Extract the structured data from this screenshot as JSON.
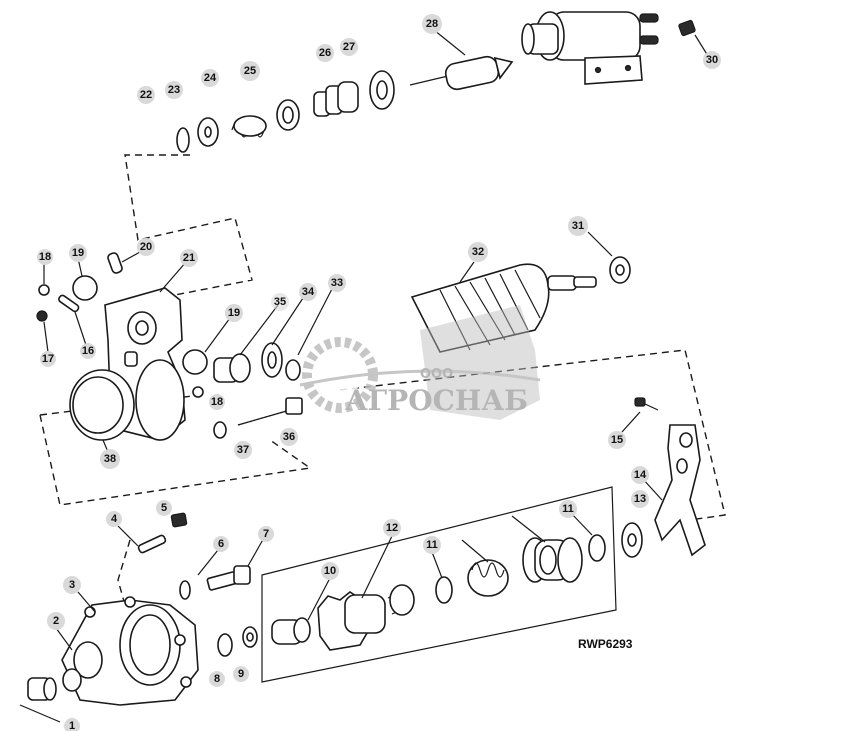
{
  "diagram": {
    "drawing_code": "RWP6293",
    "watermark": {
      "company_prefix": "ООО",
      "company_name": "АГРОСНАБ"
    },
    "callouts": [
      "1",
      "2",
      "3",
      "4",
      "5",
      "6",
      "7",
      "8",
      "9",
      "10",
      "11",
      "11",
      "12",
      "13",
      "14",
      "15",
      "16",
      "17",
      "18",
      "18",
      "19",
      "19",
      "20",
      "21",
      "22",
      "23",
      "24",
      "25",
      "26",
      "27",
      "28",
      "30",
      "31",
      "32",
      "33",
      "34",
      "35",
      "36",
      "37",
      "38"
    ]
  }
}
